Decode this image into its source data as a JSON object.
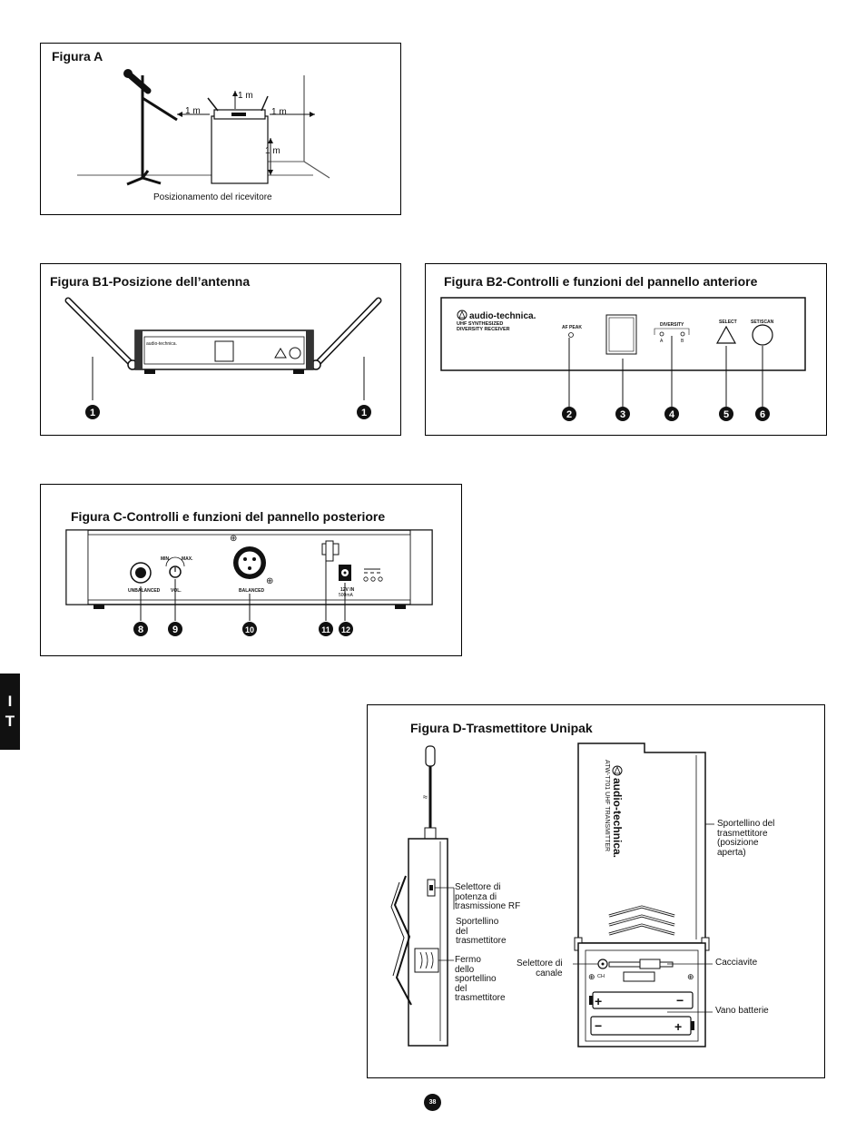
{
  "figA": {
    "title": "Figura A",
    "caption": "Posizionamento del ricevitore",
    "dim_top": "1 m",
    "dim_left": "1 m",
    "dim_right": "1 m",
    "dim_height": "1 m"
  },
  "figB1": {
    "title": "Figura B1-Posizione dell’antenna",
    "markers": [
      "1",
      "1"
    ]
  },
  "figB2": {
    "title": "Figura B2-Controlli e funzioni del pannello anteriore",
    "brand": "audio-technica.",
    "model_line1": "UHF SYNTHESIZED",
    "model_line2": "DIVERSITY RECEIVER",
    "af_peak": "AF PEAK",
    "diversity": "DIVERSITY",
    "div_a": "A",
    "div_b": "B",
    "select": "SELECT",
    "set_scan": "SET/SCAN",
    "markers": [
      "2",
      "3",
      "4",
      "5",
      "6"
    ]
  },
  "figC": {
    "title": "Figura C-Controlli e funzioni del pannello posteriore",
    "unbalanced": "UNBALANCED",
    "min": "MIN.",
    "max": "MAX.",
    "vol": "VOL.",
    "balanced": "BALANCED",
    "dc_in": "12V IN",
    "dc_rating": "500mA",
    "markers": [
      "8",
      "9",
      "10",
      "11",
      "12"
    ]
  },
  "figD": {
    "title": "Figura D-Trasmettitore Unipak",
    "brand": "audio-technica.",
    "model": "ATW-T701 UHF TRANSMITTER",
    "rf_selector": [
      "Selettore di",
      "potenza di",
      "trasmissione RF"
    ],
    "door": [
      "Sportellino",
      "del",
      "trasmettitore"
    ],
    "latch": [
      "Fermo",
      "dello",
      "sportellino",
      "del",
      "trasmettitore"
    ],
    "door_open": [
      "Sportellino del",
      "trasmettitore",
      "(posizione",
      "aperta)"
    ],
    "channel_selector": [
      "Selettore di",
      "canale"
    ],
    "screwdriver": "Cacciavite",
    "battery": "Vano batterie",
    "ch": "CH"
  },
  "lang_tab": [
    "I",
    "T"
  ],
  "page_number": "38"
}
